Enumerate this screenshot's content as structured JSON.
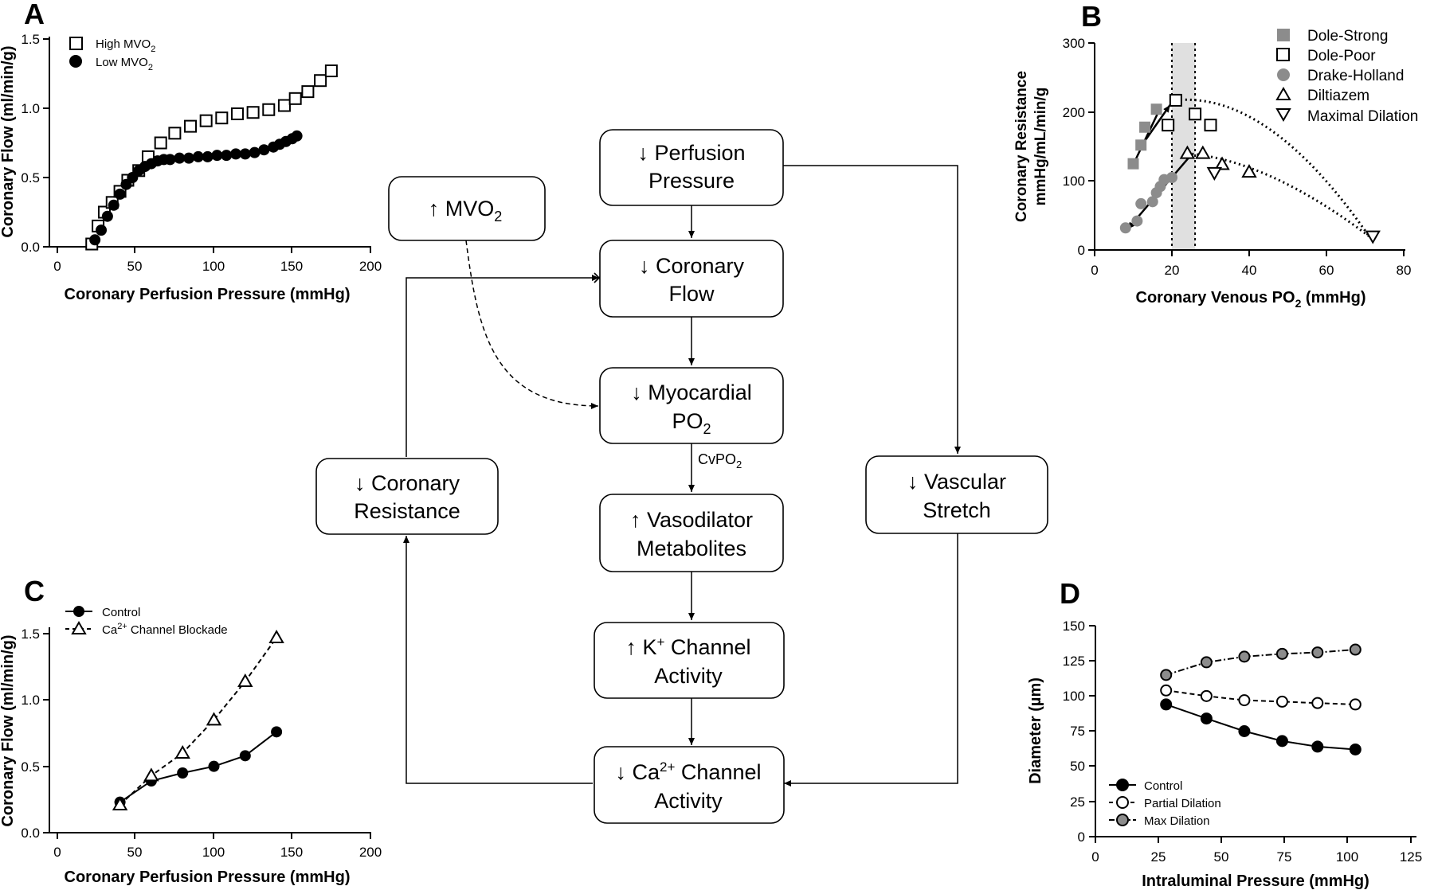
{
  "panels": {
    "A": {
      "letter": "A",
      "xlabel": "Coronary Perfusion Pressure (mmHg)",
      "ylabel": "Coronary Flow (ml/min/g)",
      "xticks": [
        "0",
        "50",
        "100",
        "150",
        "200"
      ],
      "yticks": [
        "0.0",
        "0.5",
        "1.0",
        "1.5"
      ],
      "legend": [
        {
          "text": "High  MVO",
          "sub": "2"
        },
        {
          "text": "Low MVO",
          "sub": "2"
        }
      ]
    },
    "B": {
      "letter": "B",
      "xlabel": "Coronary Venous PO",
      "xlabel_sub": "2",
      "xlabel_suffix": " (mmHg)",
      "ylabel_line1": "Coronary Resistance",
      "ylabel_line2": "mmHg/mL/min/g",
      "xticks": [
        "0",
        "20",
        "40",
        "60",
        "80"
      ],
      "yticks": [
        "0",
        "100",
        "200",
        "300"
      ],
      "legend": [
        "Dole-Strong",
        "Dole-Poor",
        "Drake-Holland",
        "Diltiazem",
        "Maximal Dilation"
      ]
    },
    "C": {
      "letter": "C",
      "xlabel": "Coronary Perfusion Pressure (mmHg)",
      "ylabel": "Coronary Flow (ml/min/g)",
      "xticks": [
        "0",
        "50",
        "100",
        "150",
        "200"
      ],
      "yticks": [
        "0.0",
        "0.5",
        "1.0",
        "1.5"
      ],
      "legend": [
        {
          "text": "Control",
          "sup": ""
        },
        {
          "pre": "Ca",
          "sup": "2+",
          "text": " Channel Blockade"
        }
      ]
    },
    "D": {
      "letter": "D",
      "xlabel": "Intraluminal Pressure (mmHg)",
      "ylabel": "Diameter (µm)",
      "xticks": [
        "0",
        "25",
        "50",
        "75",
        "100",
        "125"
      ],
      "yticks": [
        "0",
        "25",
        "50",
        "75",
        "100",
        "125",
        "150"
      ],
      "legend": [
        "Control",
        "Partial Dilation",
        "Max Dilation"
      ]
    }
  },
  "flow_boxes": {
    "perfusion": [
      "↓ Perfusion",
      "Pressure"
    ],
    "mvo2": {
      "text": "↑ MVO",
      "sub": "2"
    },
    "coronary_flow": [
      "↓ Coronary",
      "Flow"
    ],
    "myocardial": {
      "line1": "↓ Myocardial",
      "line2": "PO",
      "sub": "2"
    },
    "cvpo2": {
      "text": "CvPO",
      "sub": "2"
    },
    "vasodilator": [
      "↑ Vasodilator",
      "Metabolites"
    ],
    "k_channel": {
      "line1_pre": "↑ K",
      "line1_sup": "+",
      "line1_post": " Channel",
      "line2": "Activity"
    },
    "ca_channel": {
      "line1_pre": "↓ Ca",
      "line1_sup": "2+",
      "line1_post": " Channel",
      "line2": "Activity"
    },
    "resistance": [
      "↓ Coronary",
      "Resistance"
    ],
    "stretch": [
      "↓ Vascular",
      "Stretch"
    ]
  },
  "chart_data": [
    {
      "id": "A",
      "type": "scatter",
      "xlim": [
        0,
        200
      ],
      "ylim": [
        0,
        1.5
      ],
      "series": [
        {
          "name": "High MVO2",
          "marker": "square-open",
          "x": [
            22,
            26,
            30,
            35,
            40,
            45,
            52,
            58,
            66,
            75,
            85,
            95,
            105,
            115,
            125,
            135,
            145,
            152,
            160,
            168,
            175
          ],
          "y": [
            0.02,
            0.15,
            0.25,
            0.32,
            0.4,
            0.48,
            0.55,
            0.65,
            0.75,
            0.82,
            0.87,
            0.91,
            0.93,
            0.96,
            0.97,
            0.99,
            1.02,
            1.07,
            1.12,
            1.2,
            1.27
          ]
        },
        {
          "name": "Low MVO2",
          "marker": "circle-filled",
          "x": [
            24,
            28,
            32,
            36,
            40,
            44,
            48,
            52,
            56,
            60,
            64,
            68,
            72,
            78,
            84,
            90,
            96,
            102,
            108,
            114,
            120,
            126,
            132,
            138,
            142,
            146,
            150,
            153
          ],
          "y": [
            0.05,
            0.12,
            0.22,
            0.3,
            0.38,
            0.45,
            0.5,
            0.55,
            0.58,
            0.6,
            0.62,
            0.63,
            0.63,
            0.64,
            0.64,
            0.65,
            0.65,
            0.66,
            0.66,
            0.67,
            0.67,
            0.68,
            0.7,
            0.72,
            0.74,
            0.76,
            0.78,
            0.8
          ]
        }
      ]
    },
    {
      "id": "B",
      "type": "scatter",
      "xlim": [
        0,
        80
      ],
      "ylim": [
        0,
        300
      ],
      "shaded_x_range": [
        20,
        26
      ],
      "series": [
        {
          "name": "Dole-Strong",
          "marker": "square-filled-gray",
          "x": [
            10,
            12,
            13,
            16
          ],
          "y": [
            125,
            152,
            178,
            204
          ]
        },
        {
          "name": "Dole-Poor",
          "marker": "square-open",
          "x": [
            19,
            21,
            26,
            30
          ],
          "y": [
            181,
            217,
            197,
            181
          ]
        },
        {
          "name": "Drake-Holland",
          "marker": "circle-filled-gray",
          "x": [
            8,
            11,
            12,
            15,
            16,
            17,
            18,
            20
          ],
          "y": [
            32,
            42,
            67,
            70,
            83,
            92,
            102,
            105
          ]
        },
        {
          "name": "Diltiazem",
          "marker": "triangle-up-open",
          "x": [
            24,
            28,
            33,
            40
          ],
          "y": [
            140,
            140,
            124,
            113
          ]
        },
        {
          "name": "Maximal Dilation",
          "marker": "triangle-down-open",
          "x": [
            31,
            72
          ],
          "y": [
            112,
            20
          ]
        }
      ]
    },
    {
      "id": "C",
      "type": "line",
      "xlim": [
        0,
        200
      ],
      "ylim": [
        0,
        1.5
      ],
      "series": [
        {
          "name": "Control",
          "marker": "circle-filled",
          "x": [
            40,
            60,
            80,
            100,
            120,
            140
          ],
          "y": [
            0.23,
            0.39,
            0.45,
            0.5,
            0.58,
            0.76
          ]
        },
        {
          "name": "Ca2+ Channel Blockade",
          "marker": "triangle-open",
          "dash": true,
          "x": [
            40,
            60,
            80,
            100,
            120,
            140
          ],
          "y": [
            0.21,
            0.43,
            0.6,
            0.85,
            1.14,
            1.47
          ]
        }
      ]
    },
    {
      "id": "D",
      "type": "line",
      "xlim": [
        0,
        125
      ],
      "ylim": [
        0,
        150
      ],
      "series": [
        {
          "name": "Control",
          "marker": "circle-black",
          "x": [
            28,
            44,
            59,
            74,
            88,
            103
          ],
          "y": [
            94,
            84,
            75,
            68,
            64,
            62
          ]
        },
        {
          "name": "Partial Dilation",
          "marker": "circle-white",
          "dash": "dash",
          "x": [
            28,
            44,
            59,
            74,
            88,
            103
          ],
          "y": [
            104,
            100,
            97,
            96,
            95,
            94
          ]
        },
        {
          "name": "Max Dilation",
          "marker": "circle-gray",
          "dash": "dashdot",
          "x": [
            28,
            44,
            59,
            74,
            88,
            103
          ],
          "y": [
            115,
            124,
            128,
            130,
            131,
            133
          ]
        }
      ]
    }
  ]
}
